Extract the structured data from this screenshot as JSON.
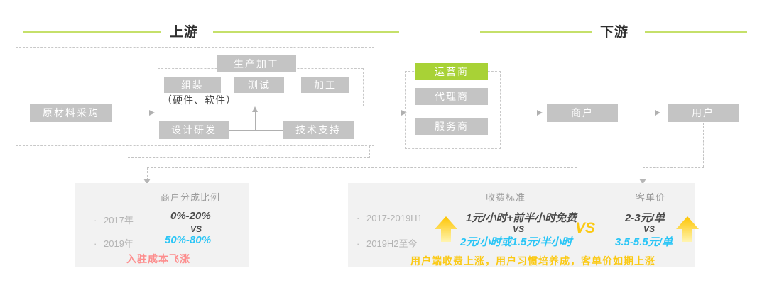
{
  "sections": {
    "upstream_title": "上游",
    "downstream_title": "下游"
  },
  "flow": {
    "raw_material": "原材料采购",
    "production": "生产加工",
    "assembly": "组装",
    "testing": "测试",
    "processing": "加工",
    "hardware_software": "（硬件、软件）",
    "design_rd": "设计研发",
    "tech_support": "技术支持",
    "operator": "运营商",
    "agent": "代理商",
    "service_provider": "服务商",
    "merchant": "商户",
    "user": "用户"
  },
  "panel_left": {
    "title": "商户分成比例",
    "rows": [
      {
        "period": "2017年",
        "value": "0%-20%"
      },
      {
        "period": "2019年",
        "value": "50%-80%"
      }
    ],
    "vs": "VS",
    "note": "入驻成本飞涨"
  },
  "panel_right": {
    "fee_title": "收费标准",
    "price_title": "客单价",
    "periods": [
      "2017-2019H1",
      "2019H2至今"
    ],
    "fee_old": "1元/小时+前半小时免费",
    "fee_new": "2元/小时或1.5元/半小时",
    "fee_vs": "VS",
    "price_old": "2-3元/单",
    "price_new": "3.5-5.5元/单",
    "price_vs": "VS",
    "center_vs": "VS",
    "note": "用户端收费上涨，用户习惯培养成，客单价如期上涨"
  },
  "colors": {
    "green_accent": "#a8d236",
    "rule_green": "#c5e06a",
    "grey_box": "#c4c4c4",
    "blue_value": "#29c5f6",
    "red_note": "#fd8d8d",
    "yellow_note": "#fbc913",
    "panel_bg": "#f2f2f2"
  }
}
